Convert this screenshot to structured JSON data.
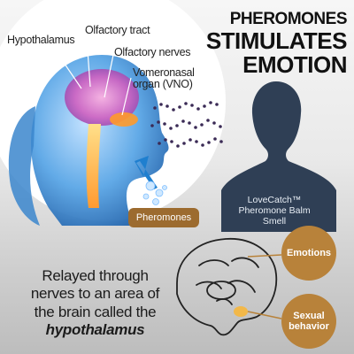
{
  "title": {
    "line1": "PHEROMONES",
    "line2": "STIMULATES",
    "line3": "EMOTION"
  },
  "brain_labels": {
    "hypothalamus": "Hypothalamus",
    "olfactory_tract": "Olfactory tract",
    "olfactory_nerves": "Olfactory nerves",
    "vno_line1": "Vomeronasal",
    "vno_line2": "organ (VNO)"
  },
  "silhouette": {
    "line1": "LoveCatch™",
    "line2": "Pheromone Balm",
    "line3": "Smell"
  },
  "pheromones_label": "Pheromones",
  "relay": {
    "line1": "Relayed through",
    "line2": "nerves to an area of",
    "line3": "the brain called the",
    "highlight": "hypothalamus"
  },
  "outcomes": {
    "emotions": "Emotions",
    "sexual_line1": "Sexual",
    "sexual_line2": "behavior"
  },
  "colors": {
    "accent": "#b8823a",
    "pill": "#9c6b2f",
    "silhouette": "#2f3f55",
    "head": "#3f8fd0"
  }
}
